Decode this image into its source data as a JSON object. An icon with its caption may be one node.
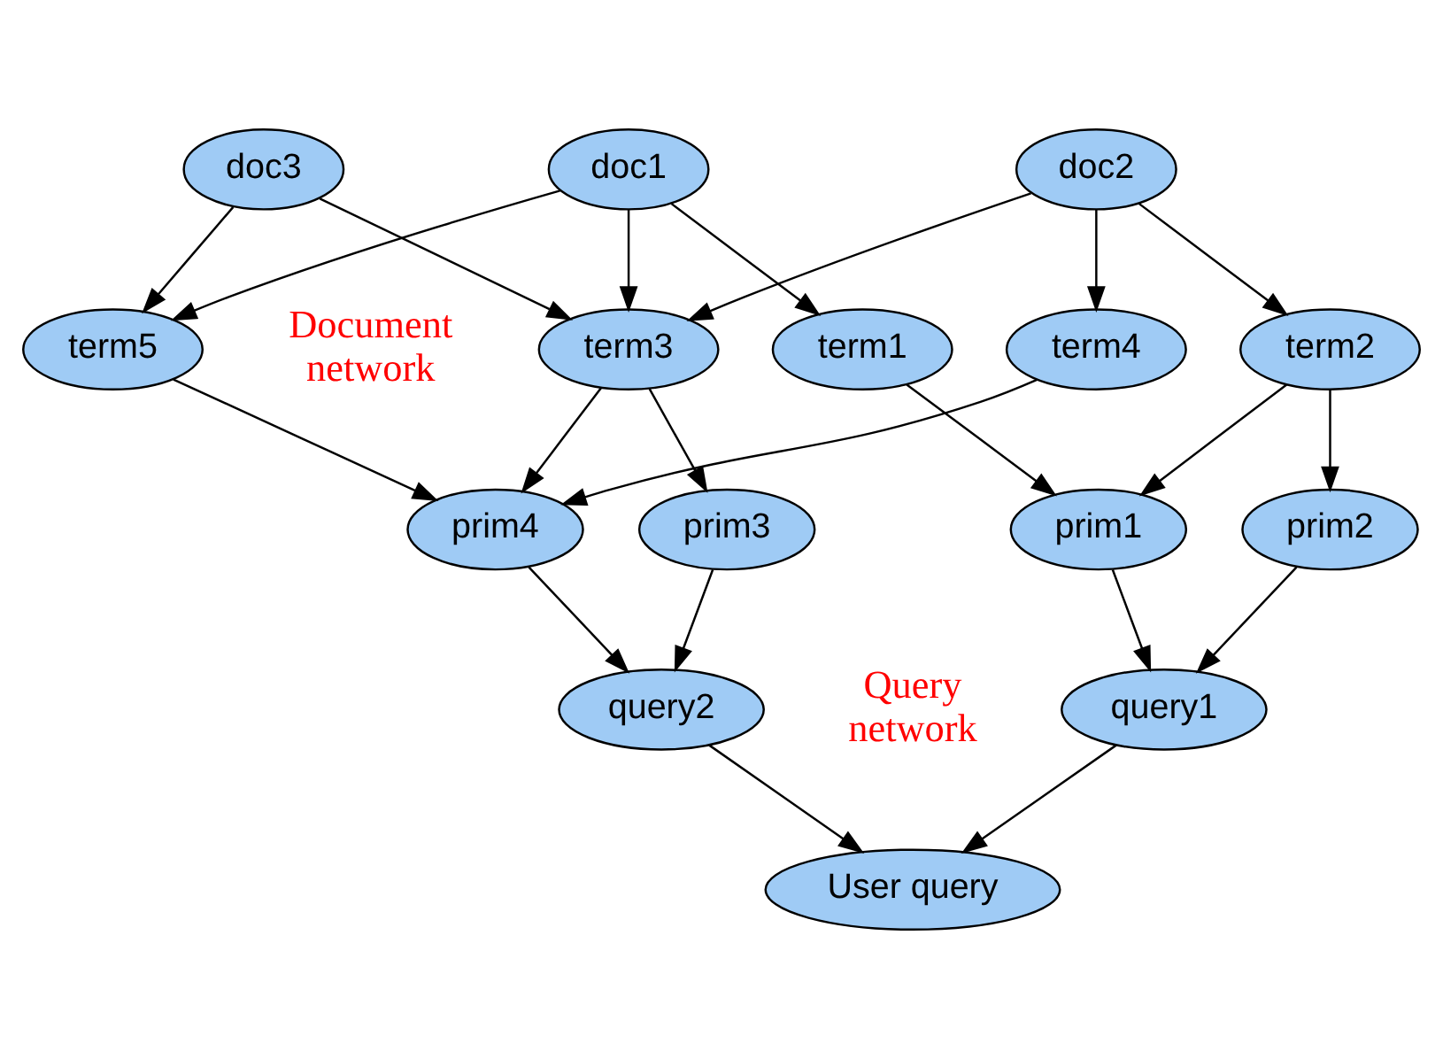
{
  "diagram": {
    "nodes": [
      {
        "text": [
          "doc1"
        ]
      },
      {
        "text": [
          "doc2"
        ]
      },
      {
        "text": [
          "doc3"
        ]
      },
      {
        "text": [
          "term1"
        ]
      },
      {
        "text": [
          "term2"
        ]
      },
      {
        "text": [
          "term3"
        ]
      },
      {
        "text": [
          "term4"
        ]
      },
      {
        "text": [
          "term5"
        ]
      },
      {
        "text": [
          "prim1"
        ]
      },
      {
        "text": [
          "prim2"
        ]
      },
      {
        "text": [
          "prim3"
        ]
      },
      {
        "text": [
          "prim4"
        ]
      },
      {
        "text": [
          "query1"
        ]
      },
      {
        "text": [
          "query2"
        ]
      },
      {
        "text": [
          "User query"
        ]
      }
    ],
    "edges": [
      {
        "from": 0,
        "to": 3,
        "arrow": "to"
      },
      {
        "from": 0,
        "to": 5,
        "arrow": "to"
      },
      {
        "from": 0,
        "to": 7,
        "arrow": "to"
      },
      {
        "from": 1,
        "to": 4,
        "arrow": "to"
      },
      {
        "from": 1,
        "to": 5,
        "arrow": "to"
      },
      {
        "from": 1,
        "to": 6,
        "arrow": "to"
      },
      {
        "from": 2,
        "to": 5,
        "arrow": "to"
      },
      {
        "from": 2,
        "to": 7,
        "arrow": "to"
      },
      {
        "from": 3,
        "to": 8,
        "arrow": "to"
      },
      {
        "from": 4,
        "to": 8,
        "arrow": "to"
      },
      {
        "from": 4,
        "to": 9,
        "arrow": "to"
      },
      {
        "from": 5,
        "to": 10,
        "arrow": "to"
      },
      {
        "from": 5,
        "to": 11,
        "arrow": "to"
      },
      {
        "from": 6,
        "to": 11,
        "arrow": "to"
      },
      {
        "from": 7,
        "to": 11,
        "arrow": "to"
      },
      {
        "from": 8,
        "to": 12,
        "arrow": "to"
      },
      {
        "from": 9,
        "to": 12,
        "arrow": "to"
      },
      {
        "from": 10,
        "to": 13,
        "arrow": "to"
      },
      {
        "from": 11,
        "to": 13,
        "arrow": "to"
      },
      {
        "from": 12,
        "to": 14,
        "arrow": "to"
      },
      {
        "from": 13,
        "to": 14,
        "arrow": "to"
      }
    ],
    "labels": [
      "Document network",
      "Query network"
    ]
  }
}
